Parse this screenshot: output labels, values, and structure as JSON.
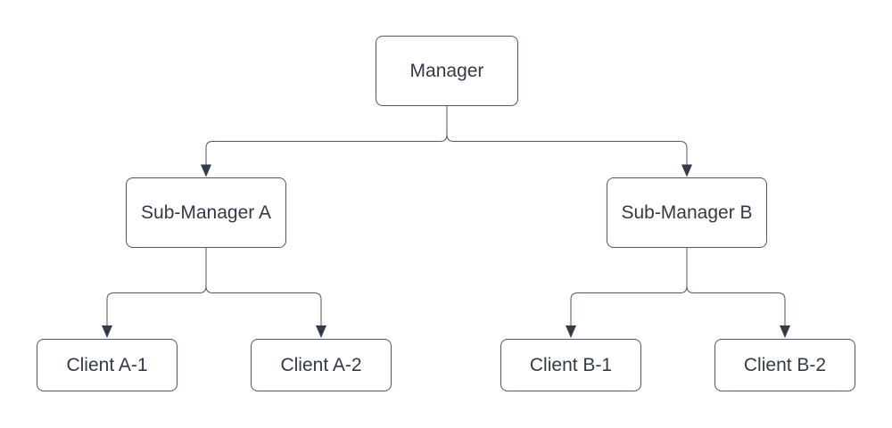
{
  "diagram": {
    "type": "org-chart-tree",
    "background_color": "#ffffff",
    "colors": {
      "node_fill": "#ffffff",
      "node_border": "#4e5764",
      "connector": "#4e5764",
      "arrowhead": "#353c49",
      "text": "#333a46"
    },
    "nodes": [
      {
        "id": "manager",
        "label": "Manager",
        "level": 0
      },
      {
        "id": "sub-manager-a",
        "label": "Sub-Manager A",
        "level": 1
      },
      {
        "id": "sub-manager-b",
        "label": "Sub-Manager B",
        "level": 1
      },
      {
        "id": "client-a-1",
        "label": "Client A-1",
        "level": 2
      },
      {
        "id": "client-a-2",
        "label": "Client A-2",
        "level": 2
      },
      {
        "id": "client-b-1",
        "label": "Client B-1",
        "level": 2
      },
      {
        "id": "client-b-2",
        "label": "Client B-2",
        "level": 2
      }
    ],
    "edges": [
      {
        "from": "Manager",
        "to": "Sub-Manager A",
        "arrow": "filled-triangle"
      },
      {
        "from": "Manager",
        "to": "Sub-Manager B",
        "arrow": "filled-triangle"
      },
      {
        "from": "Sub-Manager A",
        "to": "Client A-1",
        "arrow": "filled-triangle"
      },
      {
        "from": "Sub-Manager A",
        "to": "Client A-2",
        "arrow": "filled-triangle"
      },
      {
        "from": "Sub-Manager B",
        "to": "Client B-1",
        "arrow": "filled-triangle"
      },
      {
        "from": "Sub-Manager B",
        "to": "Client B-2",
        "arrow": "filled-triangle"
      }
    ]
  }
}
